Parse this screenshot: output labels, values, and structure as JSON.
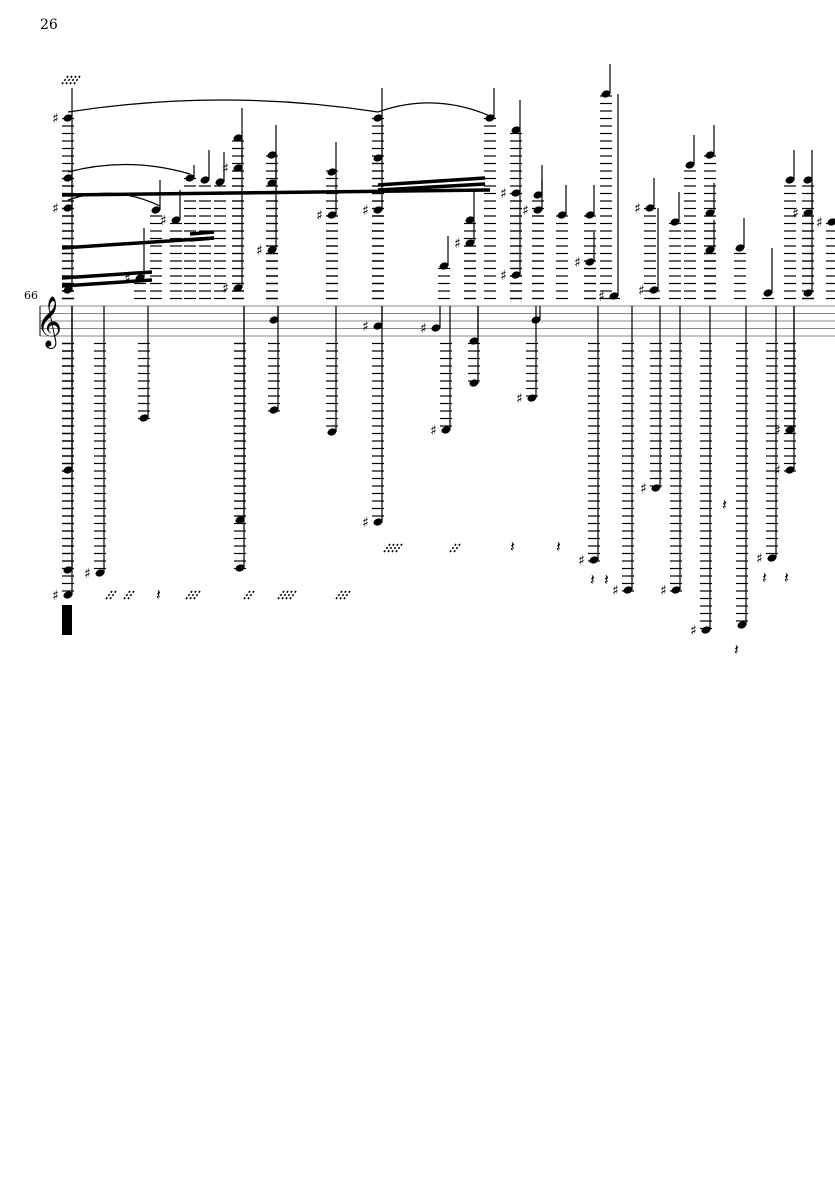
{
  "page": {
    "number": "26"
  },
  "system": {
    "measure_number": "66",
    "clef": "treble"
  },
  "colors": {
    "ink": "#000000",
    "ledger": "#000000",
    "paper": "#ffffff"
  }
}
